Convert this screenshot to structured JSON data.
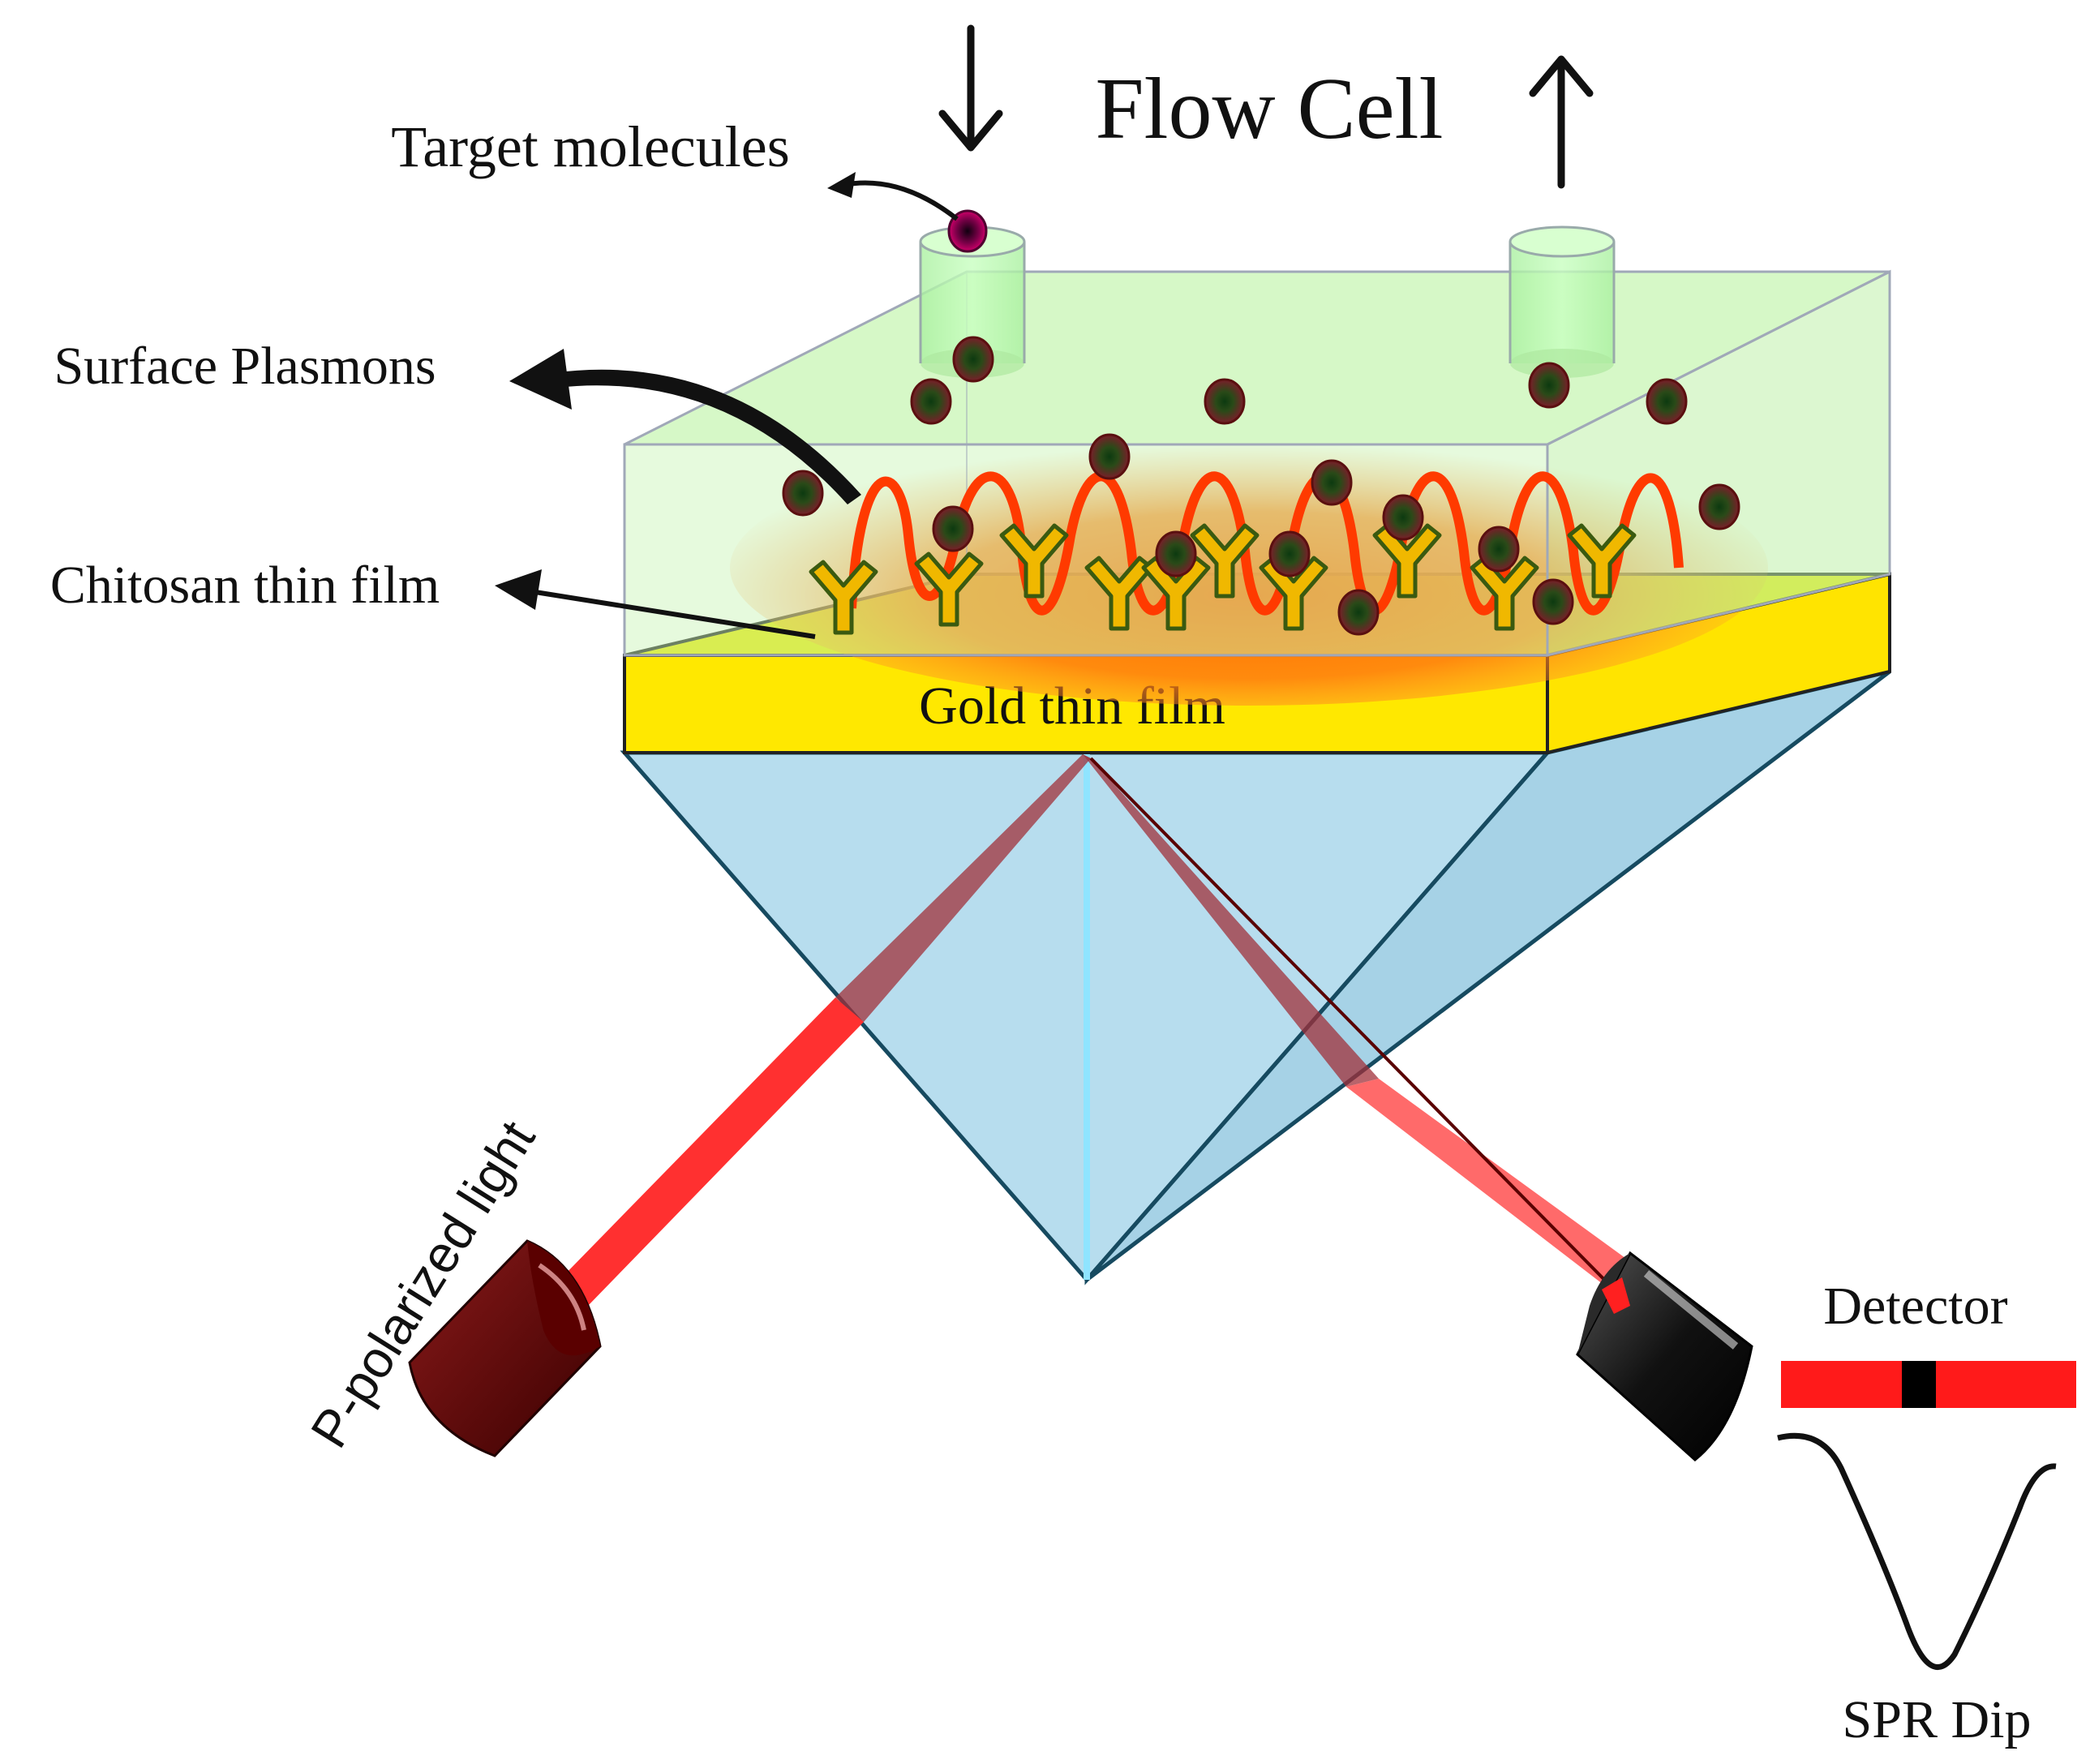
{
  "labels": {
    "flow_cell": "Flow Cell",
    "target_molecules": "Target molecules",
    "surface_plasmons": "Surface Plasmons",
    "chitosan_film": "Chitosan thin film",
    "gold_film": "Gold thin film",
    "p_polarized_light": "P-polarized light",
    "detector": "Detector",
    "spr_dip": "SPR Dip"
  },
  "colors": {
    "flow_cell_fill": "#c8f5b4",
    "gold": "#ffe800",
    "plasmon_glow": "#ff6a00",
    "antibody": "#f0b800",
    "prism": "#b5dcec",
    "prism_edge": "#164a60",
    "laser": "#ff2020",
    "detector_bar": "#ff1a1a",
    "molecule": "#6a1a1a"
  }
}
